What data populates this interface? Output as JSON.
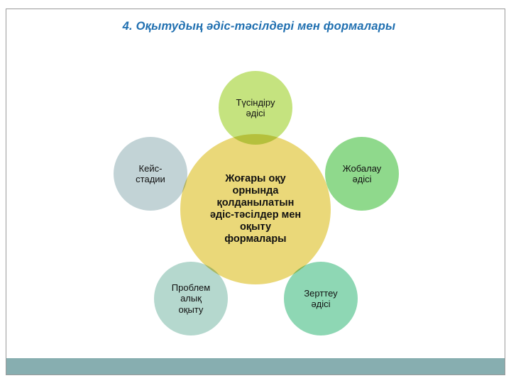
{
  "slide": {
    "title": "4. Оқытудың әдіс-тәсілдері мен формалары",
    "title_color": "#1F6FB0",
    "background_color": "#FFFFFF",
    "frame_color": "#9A9A9A",
    "footer_band_color": "#87AEB0"
  },
  "diagram": {
    "type": "radial-venn",
    "center": {
      "label": "Жоғары оқу\nорнында\nқолданылатын\nәдіс-тәсілдер мен\nоқыту\nформалары",
      "color": "#EAD879"
    },
    "petals": [
      {
        "id": "top",
        "label": "Түсіндіру\nәдісі",
        "color": "#C5E37F"
      },
      {
        "id": "right",
        "label": "Жобалау\nәдісі",
        "color": "#8FD98C"
      },
      {
        "id": "bottom-right",
        "label": "Зерттеу\nәдісі",
        "color": "#8ED7B4"
      },
      {
        "id": "bottom-left",
        "label": "Проблем\nалық\nоқыту",
        "color": "#B5D8CE"
      },
      {
        "id": "left",
        "label": "Кейс-\nстадии",
        "color": "#C2D3D6"
      }
    ]
  }
}
